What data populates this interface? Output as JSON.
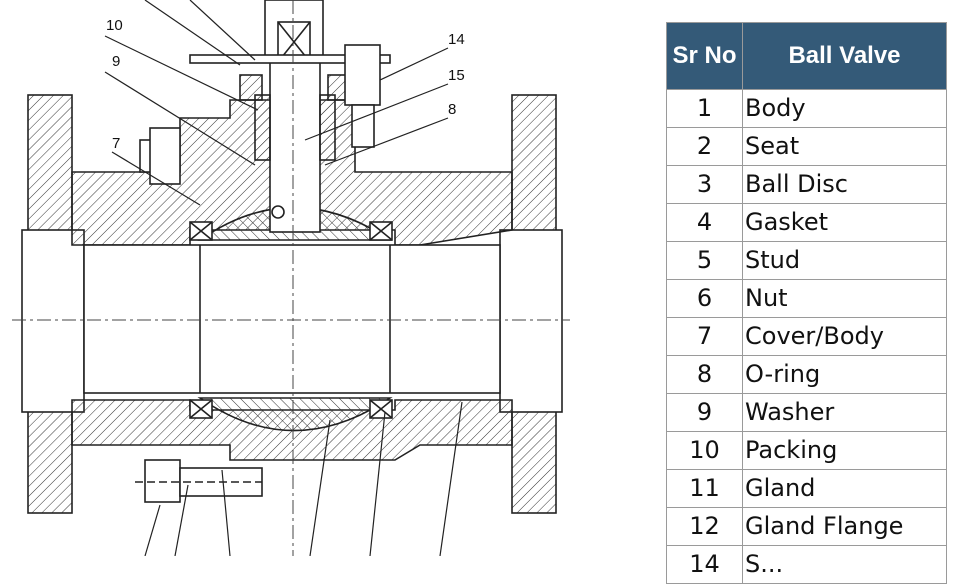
{
  "parts_table": {
    "header_no": "Sr No",
    "header_name": "Ball Valve",
    "rows": [
      {
        "no": "1",
        "name": "Body"
      },
      {
        "no": "2",
        "name": "Seat"
      },
      {
        "no": "3",
        "name": "Ball Disc"
      },
      {
        "no": "4",
        "name": "Gasket"
      },
      {
        "no": "5",
        "name": "Stud"
      },
      {
        "no": "6",
        "name": "Nut"
      },
      {
        "no": "7",
        "name": "Cover/Body"
      },
      {
        "no": "8",
        "name": "O-ring"
      },
      {
        "no": "9",
        "name": "Washer"
      },
      {
        "no": "10",
        "name": "Packing"
      },
      {
        "no": "11",
        "name": "Gland"
      },
      {
        "no": "12",
        "name": "Gland Flange"
      },
      {
        "no": "14",
        "name": "S..."
      }
    ]
  },
  "callouts": [
    "10",
    "9",
    "7",
    "14",
    "15",
    "8"
  ],
  "colors": {
    "header_bg": "#345a78",
    "header_text": "#ffffff",
    "line": "#222222"
  }
}
